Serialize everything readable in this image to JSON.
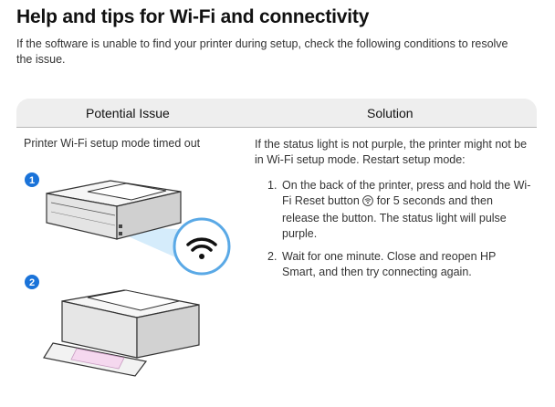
{
  "page": {
    "title": "Help and tips for Wi-Fi and connectivity",
    "intro": "If the software is unable to find your printer during setup, check the following conditions to resolve the issue."
  },
  "table": {
    "headers": {
      "issue": "Potential Issue",
      "solution": "Solution"
    },
    "row": {
      "issue": "Printer Wi-Fi setup mode timed out",
      "solution_intro": "If the status light is not purple, the printer might not be in Wi-Fi setup mode. Restart setup mode:",
      "steps": [
        {
          "number": "1.",
          "before_icon": "On the back of the printer, press and hold the Wi-Fi Reset button",
          "after_icon": " for 5 seconds and then release the button. The status light will pulse purple."
        },
        {
          "number": "2.",
          "text": "Wait for one minute. Close and reopen HP Smart, and then try connecting again."
        }
      ]
    }
  },
  "figures": {
    "fig1_badge": "1",
    "fig2_badge": "2",
    "inline_icon": "wifi-reset-icon",
    "callout_icon": "wifi-icon",
    "badge_color": "#1a73d9",
    "highlight_color": "#cfe9fb"
  }
}
